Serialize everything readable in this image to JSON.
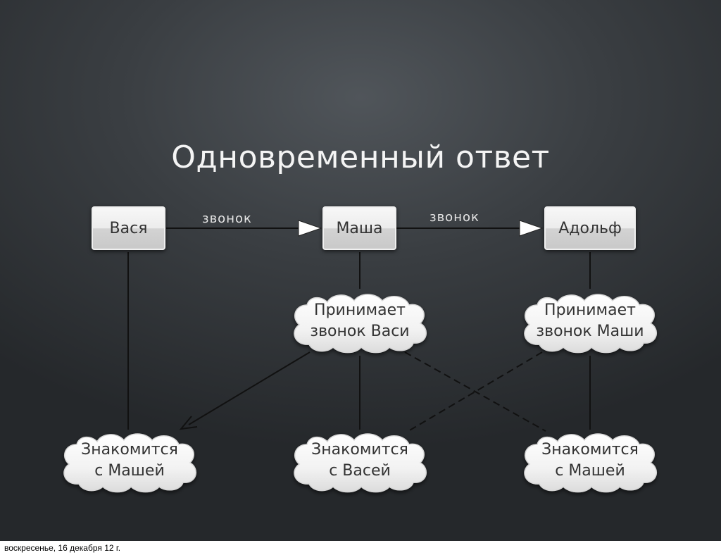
{
  "slide": {
    "title": "Одновременный ответ"
  },
  "nodes": {
    "vasya": "Вася",
    "masha": "Маша",
    "adolf": "Адольф"
  },
  "edges": {
    "call_1": "звонок",
    "call_2": "звонок"
  },
  "clouds": {
    "masha_accepts": [
      "Принимает",
      "звонок Васи"
    ],
    "adolf_accepts": [
      "Принимает",
      "звонок Маши"
    ],
    "vasya_meets": [
      "Знакомится",
      "с Машей"
    ],
    "masha_meets": [
      "Знакомится",
      "с Васей"
    ],
    "adolf_meets": [
      "Знакомится",
      "с Машей"
    ]
  },
  "footer": {
    "date": "воскресенье, 16 декабря 12 г."
  }
}
